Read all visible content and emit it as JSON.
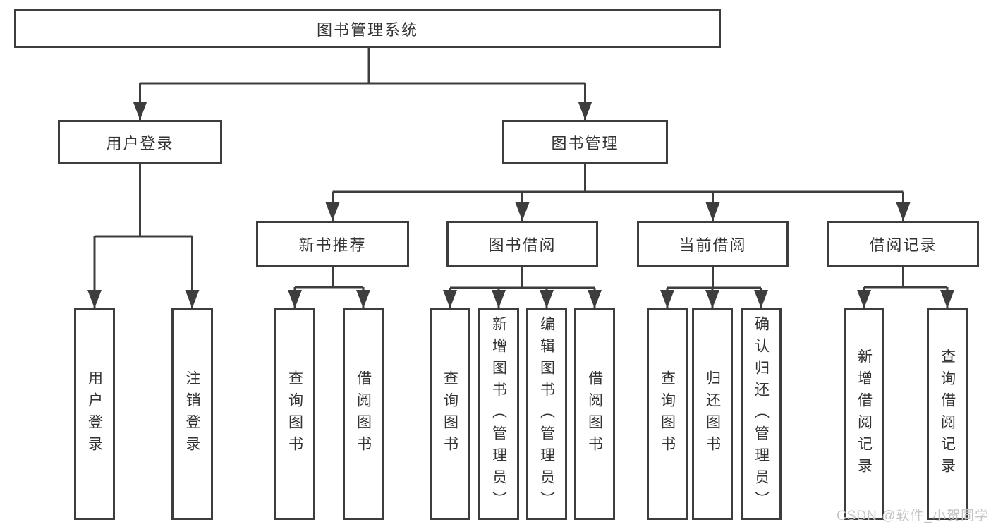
{
  "diagram_type": "functional-structure-tree",
  "colors": {
    "line": "#3d3d3d",
    "box_border": "#3d3d3d",
    "text": "#333333",
    "background": "#ffffff",
    "watermark": "#c6c6c6"
  },
  "tree": {
    "root": {
      "label": "图书管理系统",
      "children": [
        {
          "label": "用户登录",
          "children": [
            {
              "label": "用户登录"
            },
            {
              "label": "注销登录"
            }
          ]
        },
        {
          "label": "图书管理",
          "children": [
            {
              "label": "新书推荐",
              "children": [
                {
                  "label": "查询图书"
                },
                {
                  "label": "借阅图书"
                }
              ]
            },
            {
              "label": "图书借阅",
              "children": [
                {
                  "label": "查询图书"
                },
                {
                  "label": "新增图书（管理员）"
                },
                {
                  "label": "编辑图书（管理员）"
                },
                {
                  "label": "借阅图书"
                }
              ]
            },
            {
              "label": "当前借阅",
              "children": [
                {
                  "label": "查询图书"
                },
                {
                  "label": "归还图书"
                },
                {
                  "label": "确认归还（管理员）"
                }
              ]
            },
            {
              "label": "借阅记录",
              "children": [
                {
                  "label": "新增借阅记录"
                },
                {
                  "label": "查询借阅记录"
                }
              ]
            }
          ]
        }
      ]
    }
  },
  "watermark": {
    "text": "CSDN @软件_小贺同学"
  }
}
